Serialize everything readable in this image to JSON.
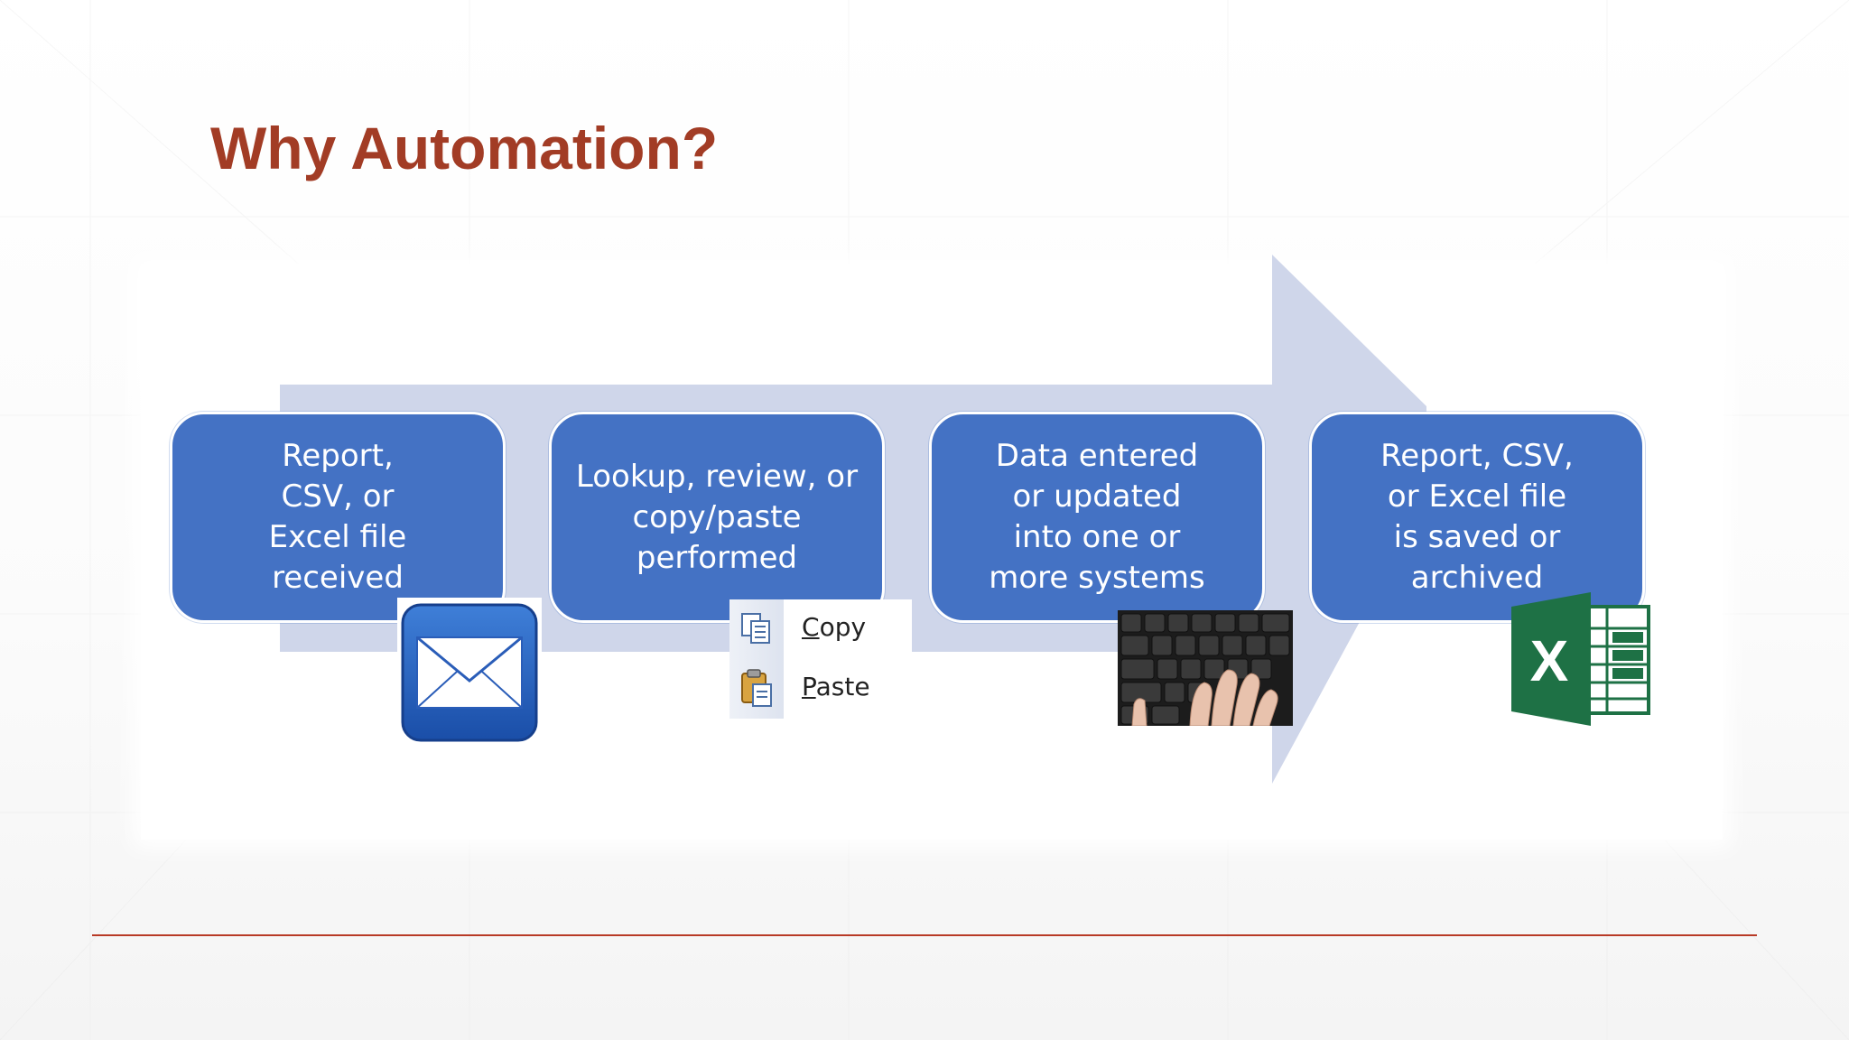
{
  "slide": {
    "title": "Why Automation?"
  },
  "steps": [
    {
      "label": "Report,\nCSV, or\nExcel file\nreceived",
      "icon": "envelope-icon"
    },
    {
      "label": "Lookup, review, or\ncopy/paste\nperformed",
      "icon": "copy-paste-menu"
    },
    {
      "label": "Data entered\nor updated\ninto one or\nmore systems",
      "icon": "keyboard-photo"
    },
    {
      "label": "Report, CSV,\nor Excel file\nis saved or archived",
      "icon": "excel-icon"
    }
  ],
  "clipboard_menu": {
    "copy_label": "Copy",
    "paste_label": "Paste"
  },
  "excel_icon": {
    "letter": "X"
  },
  "colors": {
    "title": "#a23c25",
    "step_fill": "#4472c4",
    "arrow_fill": "#cfd6ea",
    "rule": "#b83a26",
    "excel_green": "#1e7145"
  }
}
